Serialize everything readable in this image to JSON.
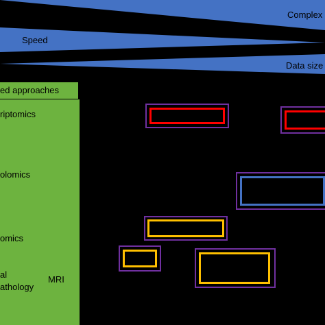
{
  "wedges": {
    "complexity": "Complex",
    "speed": "Speed",
    "data_size": "Data size"
  },
  "panel": {
    "header": "ed approaches",
    "items": [
      "riptomics",
      "olomics",
      "omics",
      "al",
      "athology",
      "MRI"
    ]
  },
  "colors": {
    "wedge": "#4472c4",
    "panel": "#6db33f",
    "outer_box": "#7030a0",
    "red_box": "#ff0000",
    "blue_box": "#4472c4",
    "yellow_box": "#ffc000"
  }
}
